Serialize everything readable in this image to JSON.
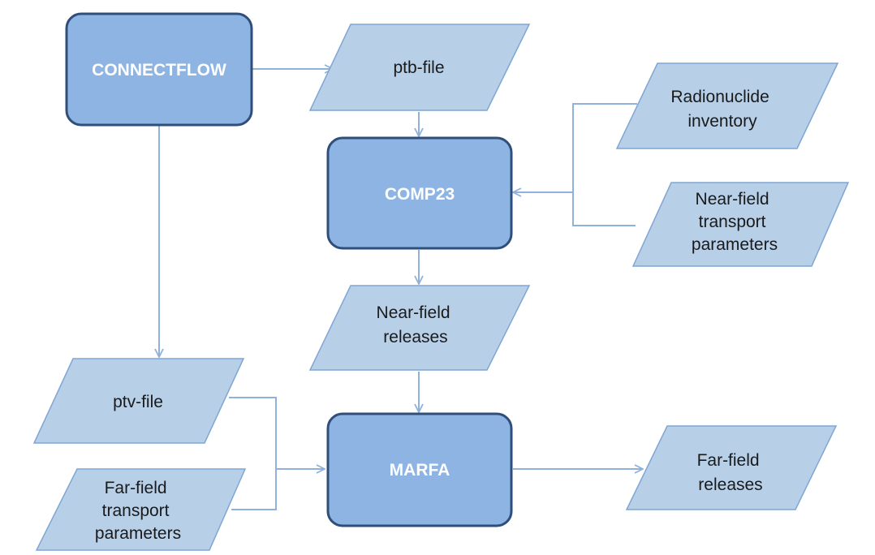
{
  "colors": {
    "process_fill": "#8db4e2",
    "process_stroke": "#2f4f7a",
    "data_fill": "#b8cfe8",
    "data_stroke": "#7fa6d4",
    "connector": "#8fb1da"
  },
  "processes": {
    "connectflow": "CONNECTFLOW",
    "comp23": "COMP23",
    "marfa": "MARFA"
  },
  "data_items": {
    "ptb_file": [
      "ptb-file"
    ],
    "radionuclide_inventory": [
      "Radionuclide",
      "inventory"
    ],
    "near_field_transport": [
      "Near-field",
      "transport",
      "parameters"
    ],
    "near_field_releases": [
      "Near-field",
      "releases"
    ],
    "ptv_file": [
      "ptv-file"
    ],
    "far_field_transport": [
      "Far-field",
      "transport",
      "parameters"
    ],
    "far_field_releases": [
      "Far-field",
      "releases"
    ]
  }
}
